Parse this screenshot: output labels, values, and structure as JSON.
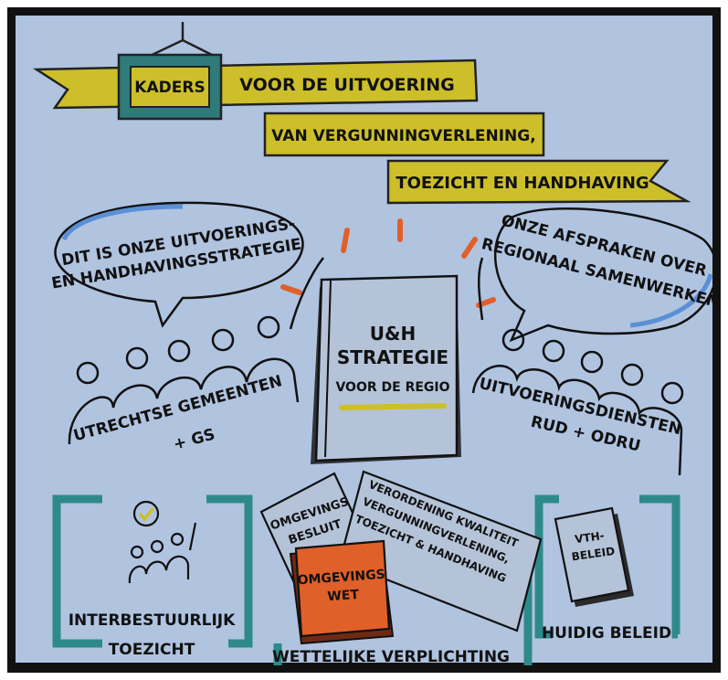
{
  "banner": {
    "sign_label": "KADERS",
    "line1": "VOOR DE UITVOERING",
    "line2": "VAN VERGUNNINGVERLENING,",
    "line3": "TOEZICHT EN HANDHAVING"
  },
  "speech_left": {
    "line1": "DIT IS ONZE UITVOERINGS-",
    "line2": "EN HANDHAVINGSSTRATEGIE"
  },
  "speech_right": {
    "line1": "ONZE AFSPRAKEN OVER",
    "line2": "REGIONAAL SAMENWERKEN"
  },
  "strategy_book": {
    "line1": "U&H",
    "line2": "STRATEGIE",
    "line3": "VOOR DE REGIO"
  },
  "group_left": {
    "line1": "UTRECHTSE GEMEENTEN",
    "line2": "+ GS"
  },
  "group_right": {
    "line1": "UITVOERINGSDIENSTEN",
    "line2": "RUD + ODRU"
  },
  "doc_besluit": {
    "line1": "OMGEVINGS",
    "line2": "BESLUIT"
  },
  "doc_verordening": {
    "line1": "VERORDENING KWALITEIT",
    "line2": "VERGUNNINGVERLENING,",
    "line3": "TOEZICHT & HANDHAVING"
  },
  "book_omgevingswet": {
    "line1": "OMGEVINGS",
    "line2": "WET"
  },
  "doc_vth": {
    "line1": "VTH-",
    "line2": "BELEID"
  },
  "frame_left": {
    "line1": "INTERBESTUURLIJK",
    "line2": "TOEZICHT"
  },
  "frame_center": {
    "label": "WETTELIJKE VERPLICHTING"
  },
  "frame_right": {
    "label": "HUIDIG BELEID"
  },
  "colors": {
    "background": "#b0c4e0",
    "banner_yellow": "#cdbf2a",
    "sign_teal": "#2f7a7a",
    "frame_teal": "#2e8a8a",
    "accent_orange": "#e0602a",
    "speech_blue": "#5b8fd6",
    "outer_border": "#111111"
  }
}
